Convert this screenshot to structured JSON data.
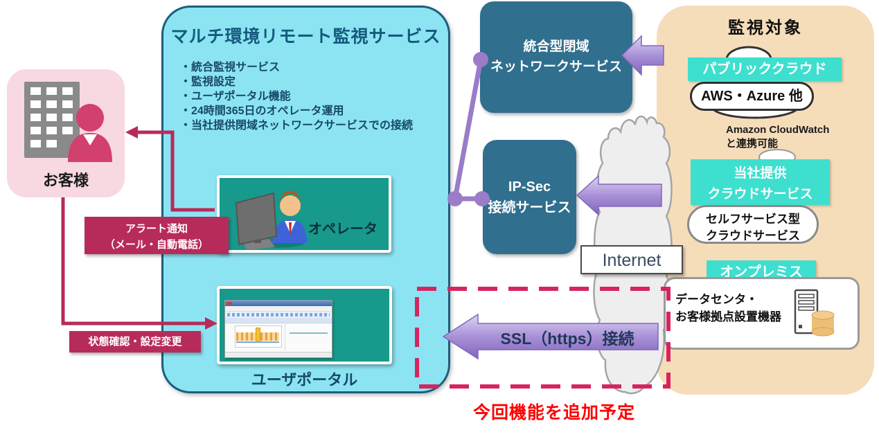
{
  "customer": {
    "label": "お客様"
  },
  "monitoring_service": {
    "title": "マルチ環境リモート監視サービス",
    "features": [
      "・統合監視サービス",
      "・監視設定",
      "・ユーザポータル機能",
      "・24時間365日のオペレータ運用",
      "・当社提供閉域ネットワークサービスでの接続"
    ],
    "operator_label": "オペレータ",
    "portal_label": "ユーザポータル"
  },
  "alert_label": {
    "line1": "アラート通知",
    "line2": "（メール・自動電話）"
  },
  "status_label": "状態確認・設定変更",
  "network_service_box": {
    "line1": "統合型閉域",
    "line2": "ネットワークサービス"
  },
  "ipsec_box": {
    "line1": "IP-Sec",
    "line2": "接続サービス"
  },
  "internet_label": "Internet",
  "ssl_arrow_label": "SSL（https）接続",
  "monitoring_targets": {
    "title": "監視対象",
    "public_cloud": {
      "banner": "パブリッククラウド",
      "cloud_label": "AWS・Azure 他",
      "note_line1": "Amazon CloudWatch",
      "note_line2": "と連携可能"
    },
    "company_cloud": {
      "banner_line1": "当社提供",
      "banner_line2": "クラウドサービス",
      "cloud_line1": "セルフサービス型",
      "cloud_line2": "クラウドサービス"
    },
    "on_premise": {
      "banner": "オンプレミス",
      "label_line1": "データセンタ・",
      "label_line2": "お客様拠点設置機器"
    }
  },
  "annotation": "今回機能を追加予定",
  "colors": {
    "cyan_fill": "#8CE4F2",
    "cyan_border": "#1A5F7E",
    "dark_teal": "#306F8E",
    "teal_green": "#17998C",
    "beige": "#F6DDBA",
    "pink_light": "#F8D8E1",
    "crimson": "#B72B5A",
    "dashed_red": "#D62460",
    "turquoise": "#3EDFCE",
    "purple": "#8F6FC5",
    "purple_light": "#D6CBEF",
    "red_note": "#FF0000"
  }
}
